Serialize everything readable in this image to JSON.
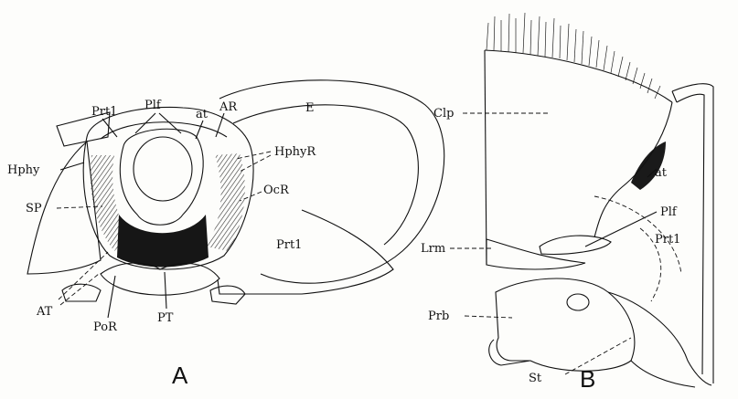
{
  "colors": {
    "ink": "#111111",
    "paper": "#fdfdfb",
    "shade": "#2a2a2a"
  },
  "panel_a": {
    "letter": "A",
    "labels": {
      "prt1_top": "Prt1",
      "plf": "Plf",
      "at": "at",
      "ar": "AR",
      "e": "E",
      "hphy": "Hphy",
      "hphyr": "HphyR",
      "sp": "SP",
      "ocr": "OcR",
      "prt1_side": "Prt1",
      "at_lower": "AT",
      "por": "PoR",
      "pt": "PT"
    }
  },
  "panel_b": {
    "letter": "B",
    "labels": {
      "clp": "Clp",
      "at": "at",
      "plf": "Plf",
      "prt1": "Prt1",
      "lrm": "Lrm",
      "prb": "Prb",
      "st": "St"
    }
  }
}
